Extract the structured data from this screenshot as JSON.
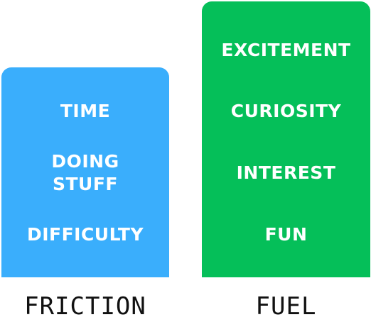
{
  "colors": {
    "friction": "#3aaefc",
    "fuel": "#05bf59",
    "item_text": "#ffffff",
    "caption_text": "#111111"
  },
  "friction": {
    "label": "FRICTION",
    "items": [
      "TIME",
      "DOING STUFF",
      "DIFFICULTY"
    ]
  },
  "fuel": {
    "label": "FUEL",
    "items": [
      "EXCITEMENT",
      "CURIOSITY",
      "INTEREST",
      "FUN"
    ]
  }
}
